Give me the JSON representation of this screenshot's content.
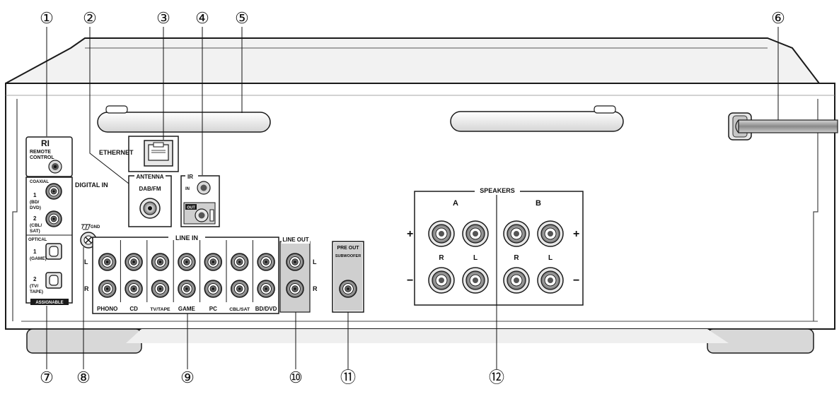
{
  "callouts": [
    "①",
    "②",
    "③",
    "④",
    "⑤",
    "⑥",
    "⑦",
    "⑧",
    "⑨",
    "⑩",
    "⑪",
    "⑫"
  ],
  "ri": {
    "logo": "RI",
    "remote_control": [
      "REMOTE",
      "CONTROL"
    ]
  },
  "ethernet": "ETHERNET",
  "antenna": {
    "title": "ANTENNA",
    "label": "DAB/FM"
  },
  "ir": {
    "title": "IR",
    "in": "IN",
    "out": "OUT"
  },
  "digital_in": {
    "title": "DIGITAL IN",
    "coaxial": "COAXIAL",
    "coax1": [
      "1",
      "(BD/",
      "DVD)"
    ],
    "coax2": [
      "2",
      "(CBL/",
      "SAT)"
    ],
    "optical": "OPTICAL",
    "opt1": [
      "1",
      "(GAME)"
    ],
    "opt2": [
      "2",
      "(TV/",
      "TAPE)"
    ],
    "assignable": "ASSIGNABLE"
  },
  "gnd": "GND",
  "line_in": {
    "title": "LINE IN",
    "l": "L",
    "r": "R",
    "inputs": [
      "PHONO",
      "CD",
      "TV/TAPE",
      "GAME",
      "PC",
      "CBL/SAT",
      "BD/DVD"
    ]
  },
  "line_out": {
    "title": "LINE OUT",
    "l": "L",
    "r": "R"
  },
  "pre_out": {
    "title": "PRE OUT",
    "subtitle": "SUBWOOFER"
  },
  "speakers": {
    "title": "SPEAKERS",
    "a": "A",
    "b": "B",
    "r": "R",
    "l": "L",
    "plus": "+",
    "minus": "−"
  }
}
